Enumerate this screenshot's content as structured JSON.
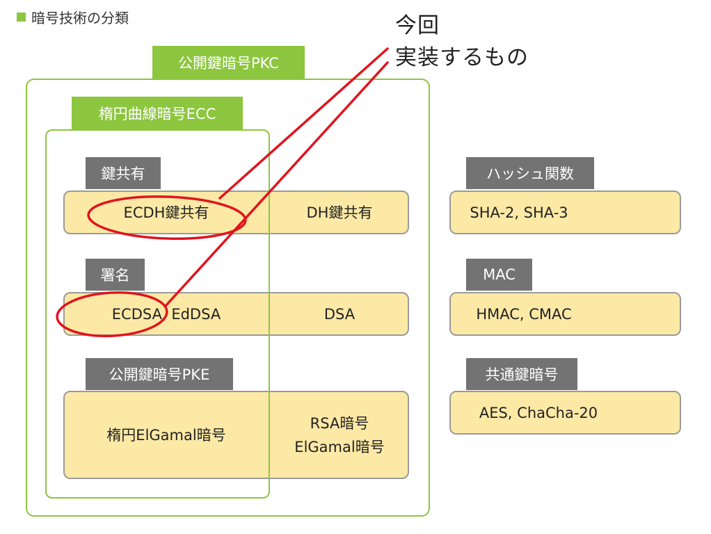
{
  "page": {
    "heading": "暗号技術の分類",
    "note_lines": [
      "今回",
      "実装するもの"
    ]
  },
  "pkc": {
    "label": "公開鍵暗号PKC"
  },
  "ecc": {
    "label": "楕円曲線暗号ECC"
  },
  "key_exchange": {
    "label": "鍵共有",
    "ecc_item": "ECDH鍵共有",
    "other_item": "DH鍵共有"
  },
  "signature": {
    "label": "署名",
    "ecc_item": "ECDSA, EdDSA",
    "other_item": "DSA"
  },
  "pke": {
    "label": "公開鍵暗号PKE",
    "ecc_item": "楕円ElGamal暗号",
    "other_items": [
      "RSA暗号",
      "ElGamal暗号"
    ]
  },
  "hash": {
    "label": "ハッシュ関数",
    "item": "SHA-2, SHA-3"
  },
  "mac": {
    "label": "MAC",
    "item": "HMAC, CMAC"
  },
  "symmetric": {
    "label": "共通鍵暗号",
    "item": "AES, ChaCha-20"
  },
  "colors": {
    "green": "#8dc63f",
    "gray_tag": "#737373",
    "panel_fill": "#fce9a6",
    "highlight_red": "#e0141e"
  }
}
